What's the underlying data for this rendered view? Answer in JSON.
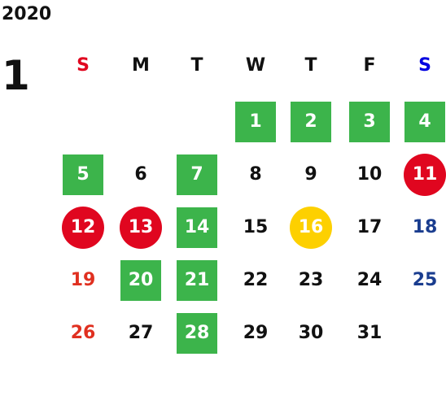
{
  "year": "2020",
  "month": "1",
  "weekdays": [
    {
      "label": "S",
      "color": "#e0061f"
    },
    {
      "label": "M",
      "color": "#111111"
    },
    {
      "label": "T",
      "color": "#111111"
    },
    {
      "label": "W",
      "color": "#111111"
    },
    {
      "label": "T",
      "color": "#111111"
    },
    {
      "label": "F",
      "color": "#111111"
    },
    {
      "label": "S",
      "color": "#0000e0"
    }
  ],
  "colors": {
    "green": "#3cb44b",
    "red": "#e0061f",
    "yellow": "#fdd000",
    "sunday_text": "#e03020",
    "saturday_text": "#1a3d8f",
    "default_text": "#111111"
  },
  "days": [
    {
      "day": "1",
      "weekday": 3,
      "week": 0,
      "highlight": "green"
    },
    {
      "day": "2",
      "weekday": 4,
      "week": 0,
      "highlight": "green"
    },
    {
      "day": "3",
      "weekday": 5,
      "week": 0,
      "highlight": "green"
    },
    {
      "day": "4",
      "weekday": 6,
      "week": 0,
      "highlight": "green"
    },
    {
      "day": "5",
      "weekday": 0,
      "week": 1,
      "highlight": "green"
    },
    {
      "day": "6",
      "weekday": 1,
      "week": 1,
      "highlight": "none"
    },
    {
      "day": "7",
      "weekday": 2,
      "week": 1,
      "highlight": "green"
    },
    {
      "day": "8",
      "weekday": 3,
      "week": 1,
      "highlight": "none"
    },
    {
      "day": "9",
      "weekday": 4,
      "week": 1,
      "highlight": "none"
    },
    {
      "day": "10",
      "weekday": 5,
      "week": 1,
      "highlight": "none"
    },
    {
      "day": "11",
      "weekday": 6,
      "week": 1,
      "highlight": "red"
    },
    {
      "day": "12",
      "weekday": 0,
      "week": 2,
      "highlight": "red"
    },
    {
      "day": "13",
      "weekday": 1,
      "week": 2,
      "highlight": "red"
    },
    {
      "day": "14",
      "weekday": 2,
      "week": 2,
      "highlight": "green"
    },
    {
      "day": "15",
      "weekday": 3,
      "week": 2,
      "highlight": "none"
    },
    {
      "day": "16",
      "weekday": 4,
      "week": 2,
      "highlight": "yellow"
    },
    {
      "day": "17",
      "weekday": 5,
      "week": 2,
      "highlight": "none"
    },
    {
      "day": "18",
      "weekday": 6,
      "week": 2,
      "highlight": "none"
    },
    {
      "day": "19",
      "weekday": 0,
      "week": 3,
      "highlight": "none"
    },
    {
      "day": "20",
      "weekday": 1,
      "week": 3,
      "highlight": "green"
    },
    {
      "day": "21",
      "weekday": 2,
      "week": 3,
      "highlight": "green"
    },
    {
      "day": "22",
      "weekday": 3,
      "week": 3,
      "highlight": "none"
    },
    {
      "day": "23",
      "weekday": 4,
      "week": 3,
      "highlight": "none"
    },
    {
      "day": "24",
      "weekday": 5,
      "week": 3,
      "highlight": "none"
    },
    {
      "day": "25",
      "weekday": 6,
      "week": 3,
      "highlight": "none"
    },
    {
      "day": "26",
      "weekday": 0,
      "week": 4,
      "highlight": "none"
    },
    {
      "day": "27",
      "weekday": 1,
      "week": 4,
      "highlight": "none"
    },
    {
      "day": "28",
      "weekday": 2,
      "week": 4,
      "highlight": "green"
    },
    {
      "day": "29",
      "weekday": 3,
      "week": 4,
      "highlight": "none"
    },
    {
      "day": "30",
      "weekday": 4,
      "week": 4,
      "highlight": "none"
    },
    {
      "day": "31",
      "weekday": 5,
      "week": 4,
      "highlight": "none"
    }
  ]
}
